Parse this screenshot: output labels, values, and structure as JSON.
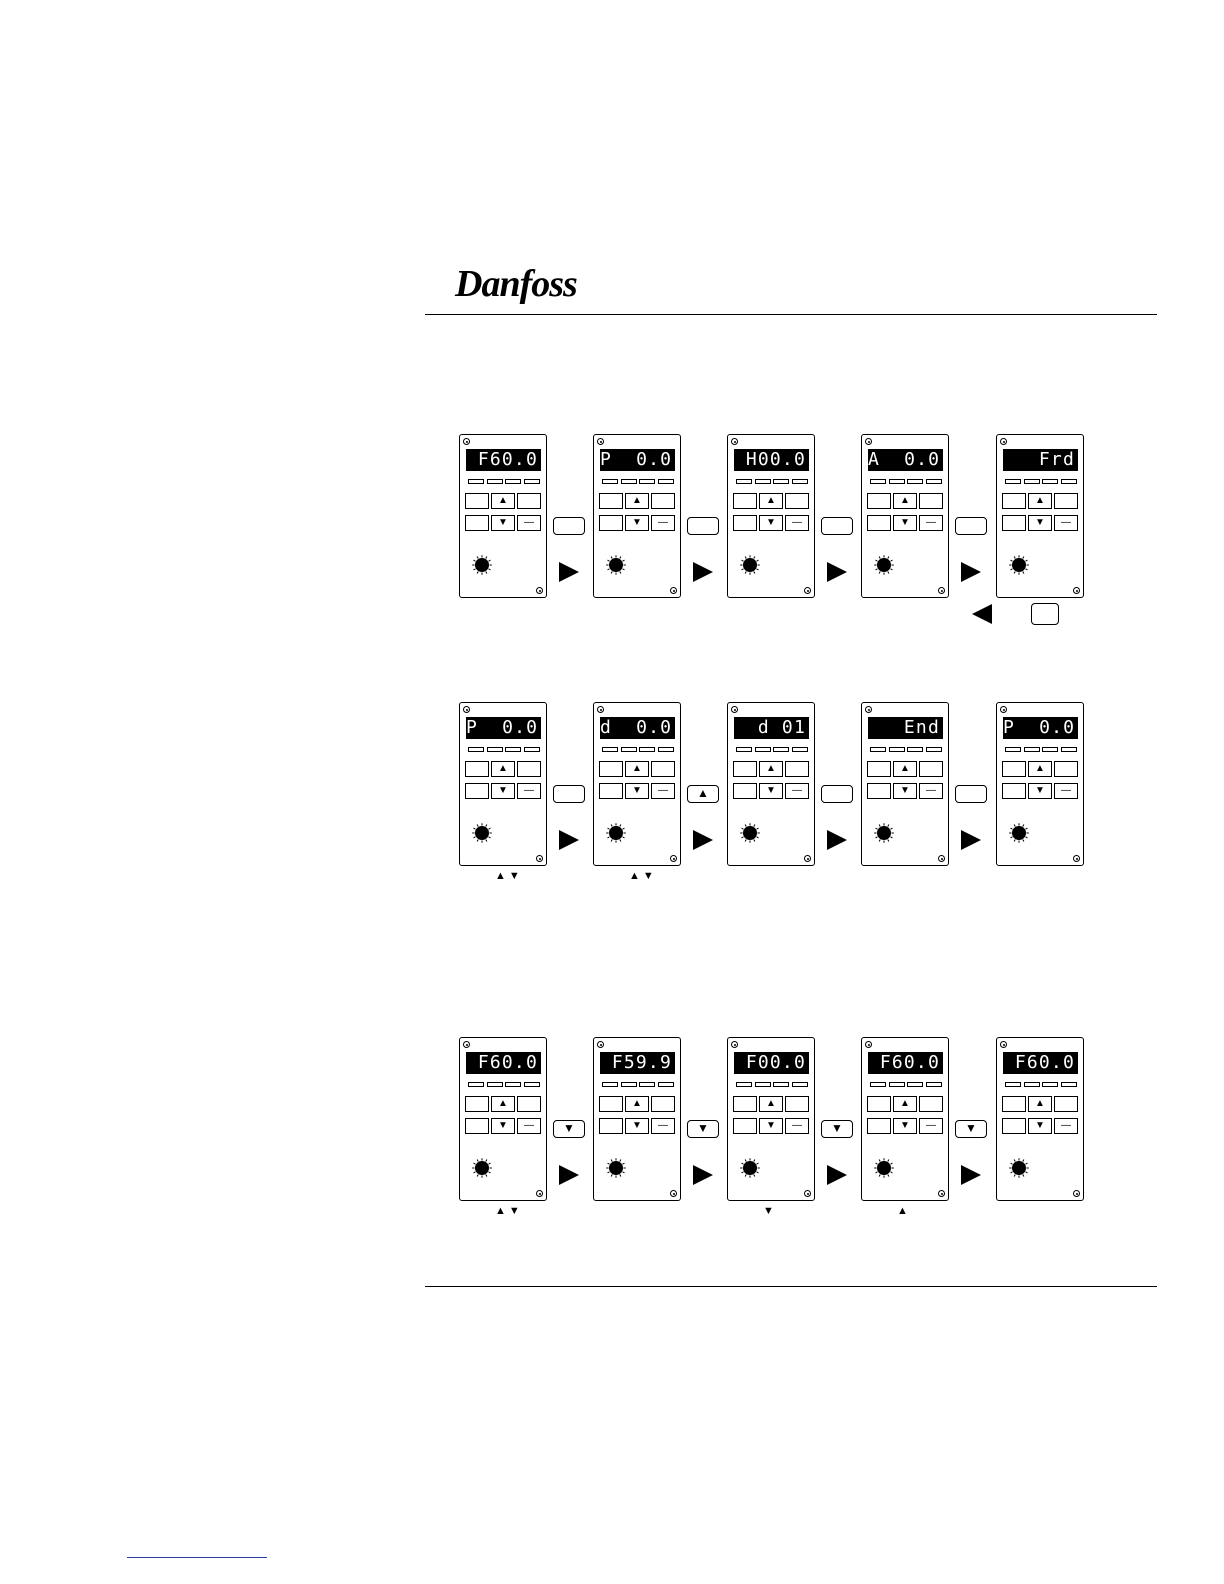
{
  "header": {
    "brand": "Danfoss"
  },
  "panel_keys": {
    "up": "▲",
    "down": "▼",
    "dash": "—"
  },
  "rows": [
    {
      "displays": [
        "F60.0",
        "P  0.0",
        "H00.0",
        "A  0.0",
        " Frd"
      ],
      "actions": [
        "",
        "",
        "",
        ""
      ],
      "below_panel_hints": [
        "",
        "",
        "",
        "",
        ""
      ],
      "extra_return": {
        "action": ""
      }
    },
    {
      "displays": [
        "P  0.0",
        "d  0.0",
        "d 01",
        " End",
        "P  0.0"
      ],
      "actions": [
        "",
        "▲",
        "",
        ""
      ],
      "below_panel_hints": [
        "▲▼",
        "▲▼",
        "",
        "",
        ""
      ]
    },
    {
      "displays": [
        "F60.0",
        "F59.9",
        "F00.0",
        "F60.0",
        "F60.0"
      ],
      "actions": [
        "▼",
        "▼",
        "▼",
        "▼"
      ],
      "below_panel_hints": [
        "▲▼",
        "",
        "▼",
        "▲",
        ""
      ]
    }
  ]
}
